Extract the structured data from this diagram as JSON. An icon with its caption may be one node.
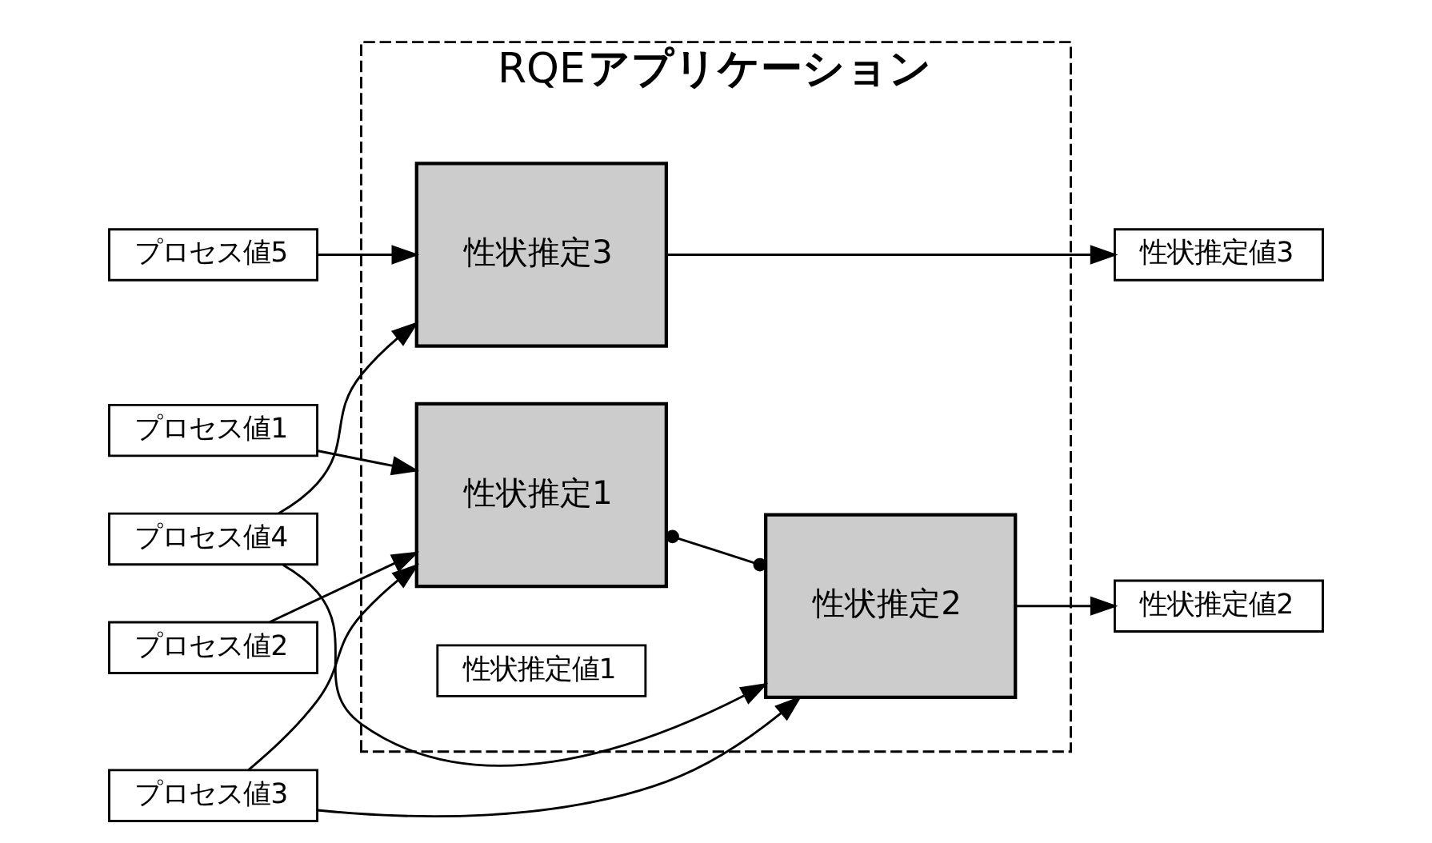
{
  "diagram": {
    "nodes": [
      {
        "text": [
          "RQE**アプリケーション**"
        ]
      },
      {
        "text": [
          "プロセス値1"
        ]
      },
      {
        "text": [
          "プロセス値2"
        ]
      },
      {
        "text": [
          "プロセス値3"
        ]
      },
      {
        "text": [
          "プロセス値4"
        ]
      },
      {
        "text": [
          "プロセス値5"
        ]
      },
      {
        "text": [
          "性状推定1"
        ],
        "in": 0
      },
      {
        "text": [
          "性状推定2"
        ],
        "in": 0
      },
      {
        "text": [
          "性状推定3"
        ],
        "in": 0
      },
      {
        "text": [
          "性状推定値1"
        ],
        "in": 0
      },
      {
        "text": [
          "性状推定値2"
        ]
      },
      {
        "text": [
          "性状推定値3"
        ]
      }
    ],
    "edges": [
      {
        "from": 1,
        "to": 6,
        "arrow": "to"
      },
      {
        "from": 2,
        "to": 6,
        "arrow": "to"
      },
      {
        "from": 3,
        "to": 6,
        "arrow": "to"
      },
      {
        "from": 3,
        "to": 7,
        "arrow": "to"
      },
      {
        "from": 4,
        "to": 7,
        "arrow": "to"
      },
      {
        "from": 4,
        "to": 8,
        "arrow": "to"
      },
      {
        "from": 5,
        "to": 8,
        "arrow": "to"
      },
      {
        "from": 6,
        "to": 7,
        "arrow": "other"
      },
      {
        "from": 7,
        "to": 10,
        "arrow": "to"
      },
      {
        "from": 8,
        "to": 11,
        "arrow": "to"
      }
    ]
  }
}
